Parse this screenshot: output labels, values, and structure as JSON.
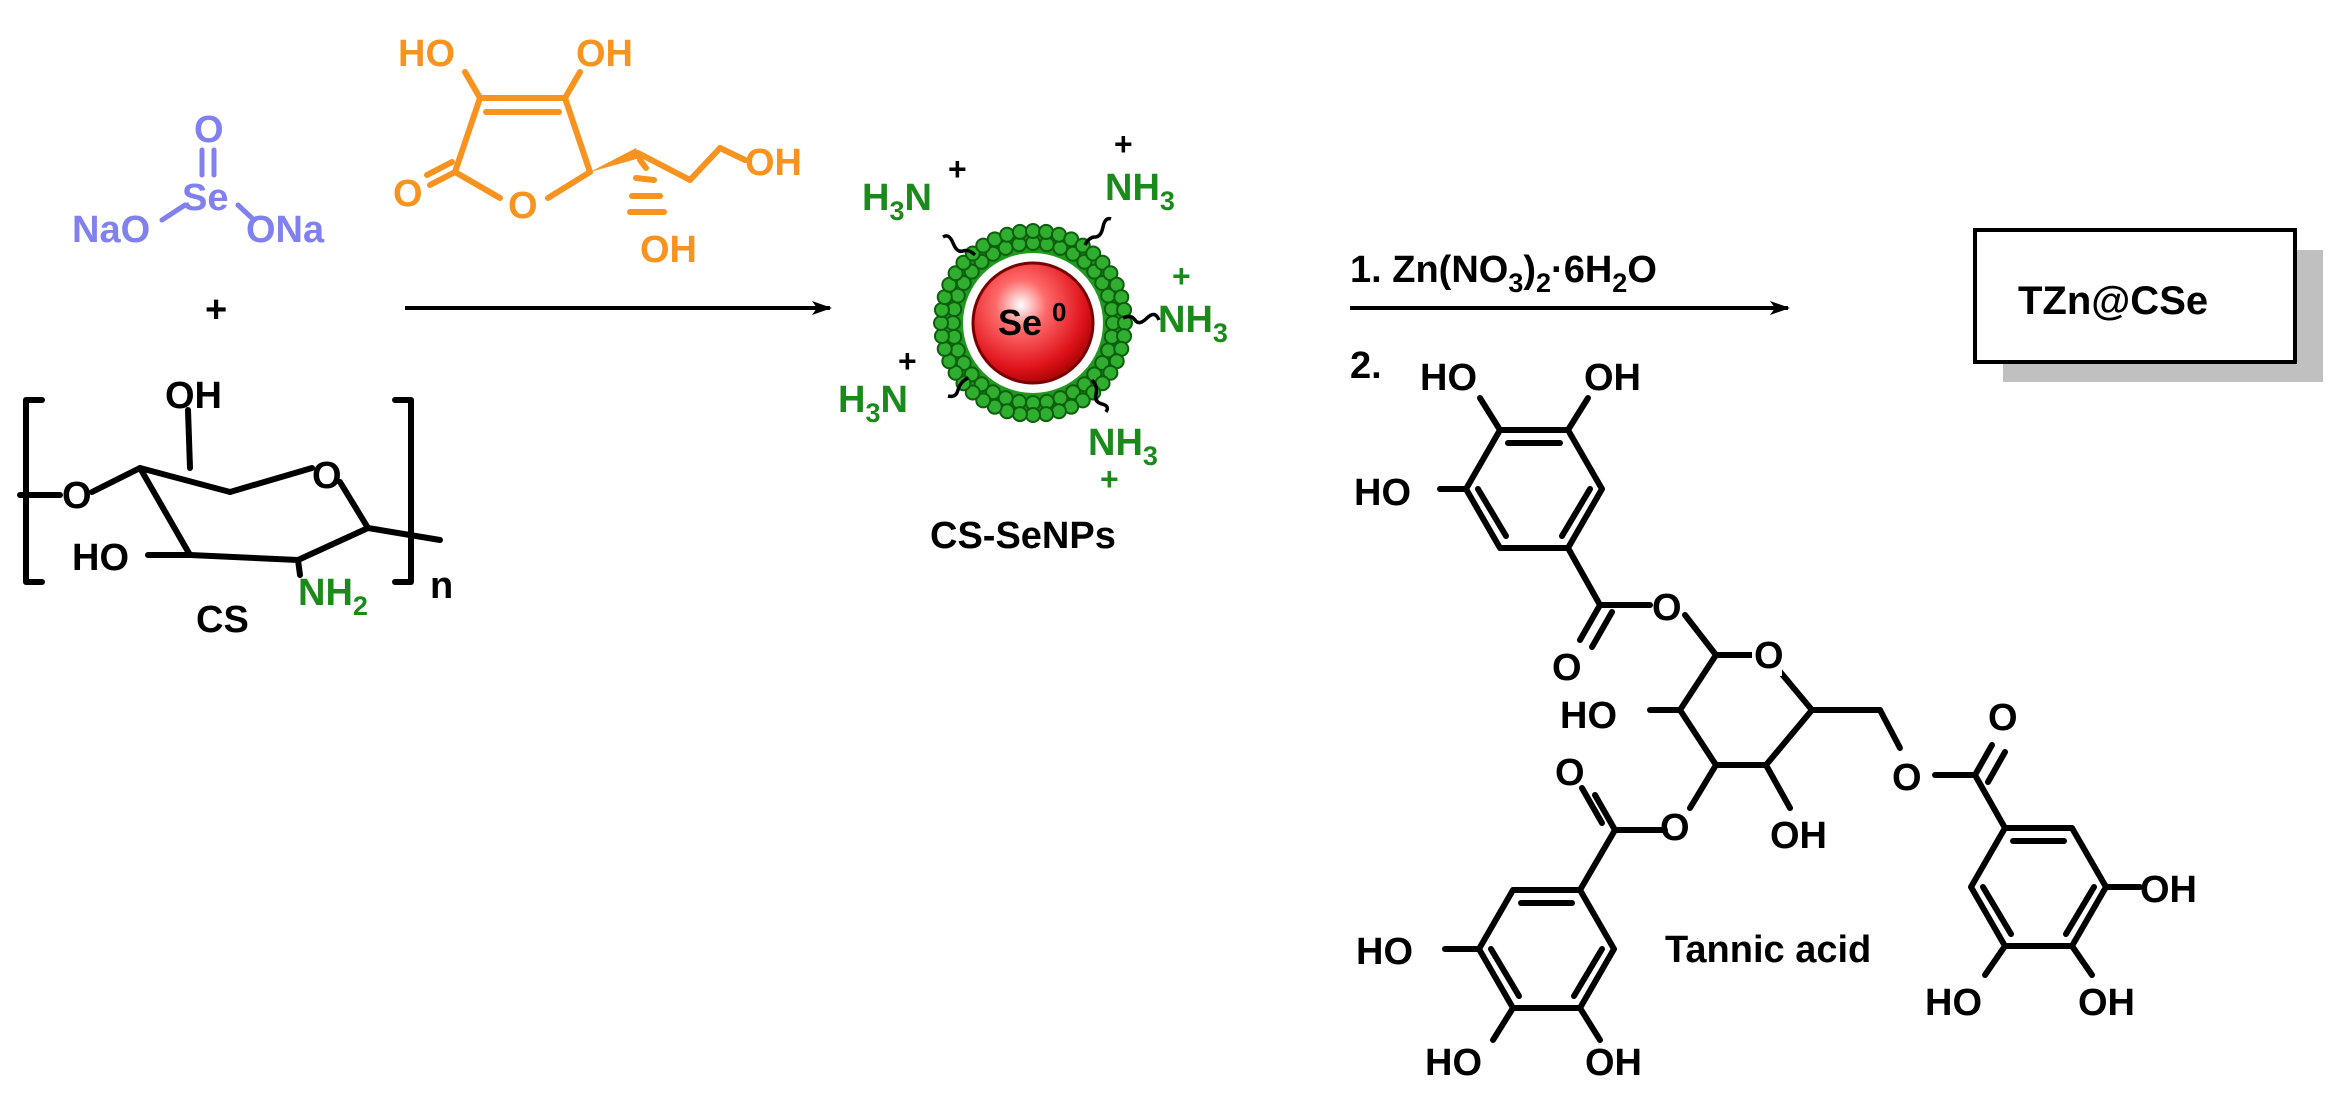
{
  "reagents": {
    "sodium_selenite": {
      "o_top": "O",
      "se": "Se",
      "nao": "NaO",
      "ona": "ONa"
    },
    "plus": "+",
    "ascorbic_acid": {
      "ho": "HO",
      "oh_top": "OH",
      "o_carbonyl": "O",
      "o_ring": "O",
      "oh_right": "OH",
      "oh_bottom": "OH"
    },
    "chitosan": {
      "oh_top": "OH",
      "o_ring": "O",
      "ho": "HO",
      "nh2": "NH",
      "nh2_sub": "2",
      "n": "n",
      "label": "CS",
      "o_link": "O"
    }
  },
  "nanoparticle": {
    "core": "Se",
    "core_sup": "0",
    "amines": [
      {
        "main": "H",
        "sub": "3",
        "tail": "N",
        "charge": "+"
      },
      {
        "main": "NH",
        "sub": "3",
        "charge": "+"
      },
      {
        "main": "NH",
        "sub": "3",
        "charge": "+"
      },
      {
        "main": "H",
        "sub": "3",
        "tail": "N",
        "charge": "+"
      },
      {
        "main": "NH",
        "sub": "3",
        "charge": "+"
      }
    ],
    "label": "CS-SeNPs"
  },
  "step": {
    "line1_a": "1. Zn(NO",
    "line1_sub3": "3",
    "line1_b": ")",
    "line1_sub2": "2",
    "line1_c": "·6H",
    "line1_sub2b": "2",
    "line1_d": "O",
    "line2": "2."
  },
  "product": {
    "label": "TZn@CSe"
  },
  "tannic_acid": {
    "label": "Tannic acid",
    "oh_labels": [
      "HO",
      "OH",
      "HO",
      "O",
      "O",
      "HO",
      "O",
      "O",
      "OH",
      "O",
      "O",
      "O",
      "OH",
      "HO",
      "HO",
      "OH",
      "HO",
      "OH"
    ]
  },
  "colors": {
    "green": "#1a8a1a",
    "orange": "#f7931e",
    "blue": "#8080ee",
    "red": "#e0141b",
    "black": "#000000"
  }
}
